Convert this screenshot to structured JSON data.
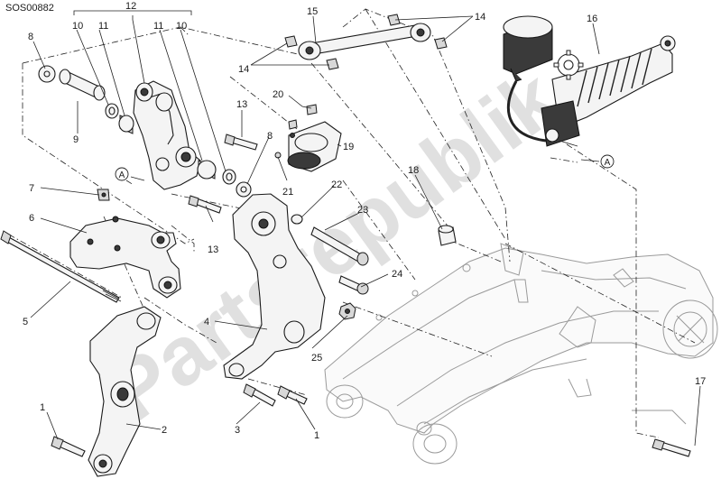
{
  "diagram": {
    "ref_code": "SOS00882",
    "watermark": "Partsrepublik",
    "reference_marker": "A",
    "callouts": [
      "1",
      "1",
      "2",
      "3",
      "4",
      "5",
      "6",
      "7",
      "8",
      "8",
      "9",
      "10",
      "10",
      "11",
      "11",
      "12",
      "13",
      "13",
      "14",
      "14",
      "15",
      "16",
      "17",
      "18",
      "19",
      "20",
      "21",
      "22",
      "23",
      "24",
      "25"
    ]
  }
}
